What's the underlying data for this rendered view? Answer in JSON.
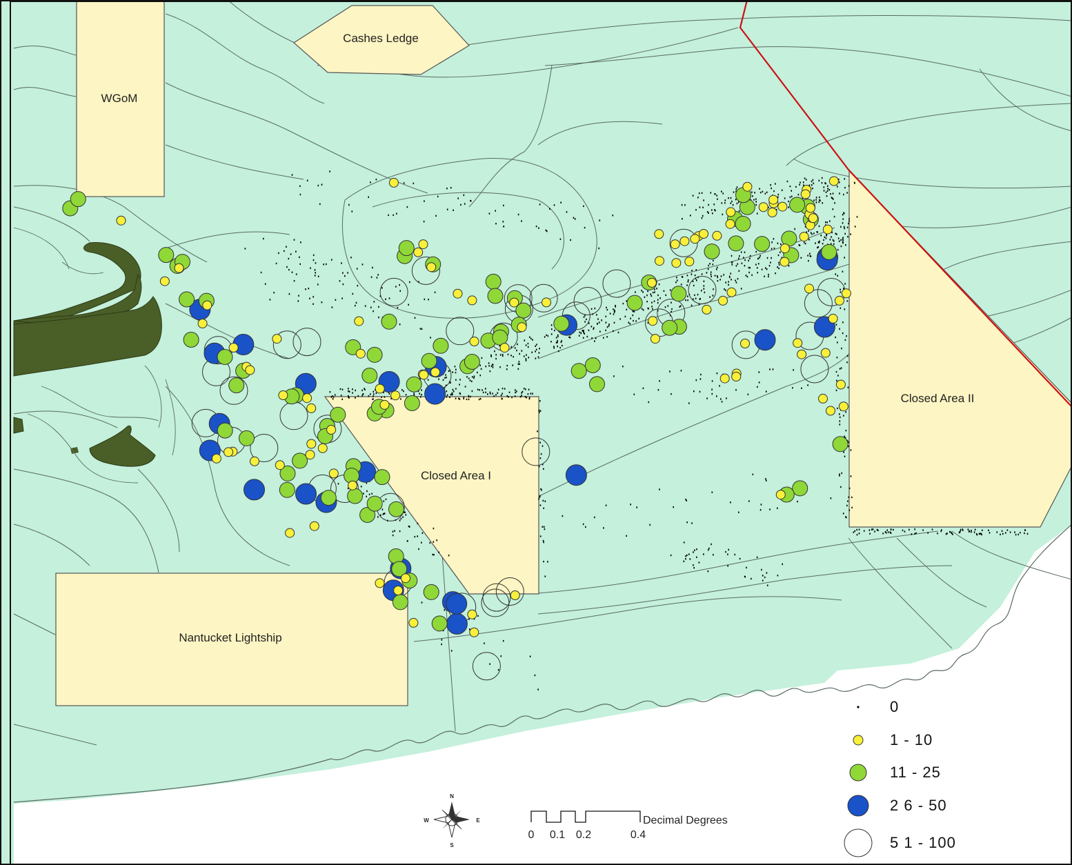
{
  "map": {
    "colors": {
      "ocean": "#c4f0dc",
      "shallow": "#cdf4e2",
      "land": "#4a5e28",
      "closed_area": "#fdf5c3",
      "boundary_red": "#cc1111",
      "contour": "#5a6a62",
      "yellow_marker": "#f8f03a",
      "green_marker": "#8fd838",
      "blue_marker": "#1a52c8",
      "white_marker": "#ffffff"
    },
    "closed_areas": [
      {
        "key": "cashes",
        "label": "Cashes Ledge"
      },
      {
        "key": "wgom",
        "label": "WGoM"
      },
      {
        "key": "ca1",
        "label": "Closed Area I"
      },
      {
        "key": "ca2",
        "label": "Closed Area II"
      },
      {
        "key": "nantucket",
        "label": "Nantucket Lightship"
      }
    ]
  },
  "legend": {
    "items": [
      {
        "symbol": "dot",
        "label": "0"
      },
      {
        "symbol": "yellow",
        "label": "1 - 10"
      },
      {
        "symbol": "green",
        "label": "11 - 25"
      },
      {
        "symbol": "blue",
        "label": "2 6 - 50"
      },
      {
        "symbol": "white",
        "label": "5 1 - 100"
      }
    ]
  },
  "scale_bar": {
    "unit_label": "Decimal Degrees",
    "ticks": [
      "0",
      "0.1",
      "0.2",
      "0.4"
    ]
  },
  "compass": {
    "n": "N",
    "s": "S",
    "e": "E",
    "w": "W"
  }
}
